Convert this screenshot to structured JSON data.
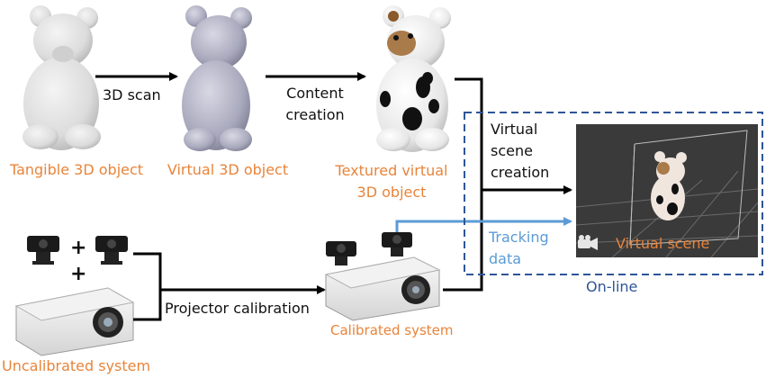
{
  "labels": {
    "tangible_object": "Tangible 3D object",
    "virtual_object": "Virtual 3D object",
    "textured_object": "Textured virtual 3D object",
    "scan": "3D scan",
    "content_creation": "Content creation",
    "virtual_scene_creation": "Virtual scene creation",
    "tracking_data": "Tracking data",
    "virtual_scene": "Virtual scene",
    "online": "On-line",
    "projector_calibration": "Projector calibration",
    "calibrated_system": "Calibrated system",
    "uncalibrated_system": "Uncalibrated system",
    "plus": "+"
  },
  "colors": {
    "orange": "#e8843a",
    "navy": "#2f5597",
    "blue": "#5b9bd5",
    "dark_scene": "#3a3a3a",
    "arrow": "#000000"
  }
}
